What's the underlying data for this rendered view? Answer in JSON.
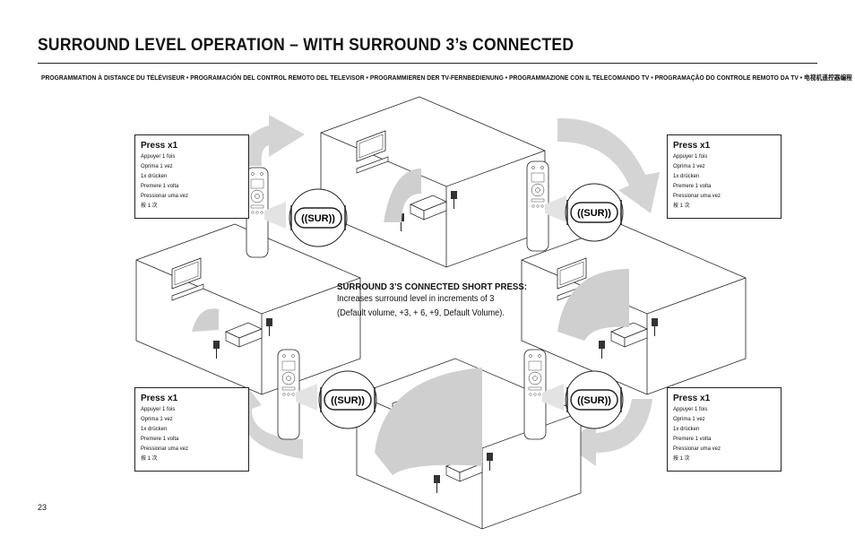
{
  "header": {
    "title": "SURROUND LEVEL OPERATION – WITH SURROUND 3’s CONNECTED",
    "subtitle": "PROGRAMMATION À DISTANCE DU TÉLÉVISEUR • PROGRAMACIÓN DEL CONTROL REMOTO DEL TELEVISOR • PROGRAMMIEREN DER TV-FERNBEDIENUNG • PROGRAMMAZIONE CON IL TELECOMANDO TV • PROGRAMAÇÃO DO CONTROLE REMOTO DA TV • 电视机遥控器编程"
  },
  "press_boxes": [
    {
      "title": "Press x1",
      "lines": [
        "Appuyer 1 fois",
        "Oprima 1 vez",
        "1x drücken",
        "Premere 1 volta",
        "Pressionar uma vez",
        "按 1 次"
      ]
    },
    {
      "title": "Press x1",
      "lines": [
        "Appuyer 1 fois",
        "Oprima 1 vez",
        "1x drücken",
        "Premere 1 volta",
        "Pressionar uma vez",
        "按 1 次"
      ]
    },
    {
      "title": "Press x1",
      "lines": [
        "Appuyer 1 fois",
        "Oprima 1 vez",
        "1x drücken",
        "Premere 1 volta",
        "Pressionar uma vez",
        "按 1 次"
      ]
    },
    {
      "title": "Press x1",
      "lines": [
        "Appuyer 1 fois",
        "Oprima 1 vez",
        "1x drücken",
        "Premere 1 volta",
        "Pressionar uma vez",
        "按 1 次"
      ]
    }
  ],
  "button_label": "((SUR))",
  "note": {
    "heading": "SURROUND 3’S CONNECTED SHORT PRESS:",
    "lines": [
      "Increases surround level in increments of 3",
      "(Default volume, +3, + 6, +9, Default Volume)."
    ]
  },
  "page_number": "23",
  "colors": {
    "arrow": "#d4d4d4",
    "line": "#222222",
    "cone": "#bdbdbd"
  }
}
